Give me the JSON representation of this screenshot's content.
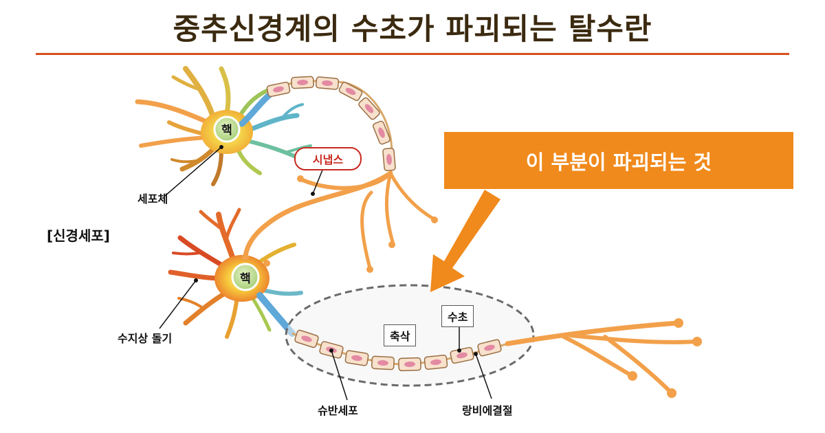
{
  "title": "중추신경계의 수초가 파괴되는 탈수란",
  "callout": "이 부분이 파괴되는 것",
  "labels": {
    "neuron": "[신경세포]",
    "cell_body": "세포체",
    "dendrite": "수지상 돌기",
    "synapse": "시냅스",
    "nucleus_top": "핵",
    "nucleus_bottom": "핵",
    "axon": "축삭",
    "myelin": "수초",
    "schwann_cell": "슈반세포",
    "node_of_ranvier": "랑비에결절"
  },
  "colors": {
    "accent_rule": "#d8501c",
    "callout_bg": "#f08a1c",
    "axon_orange": "#f2a04a",
    "synapse_red": "#c8281e"
  }
}
